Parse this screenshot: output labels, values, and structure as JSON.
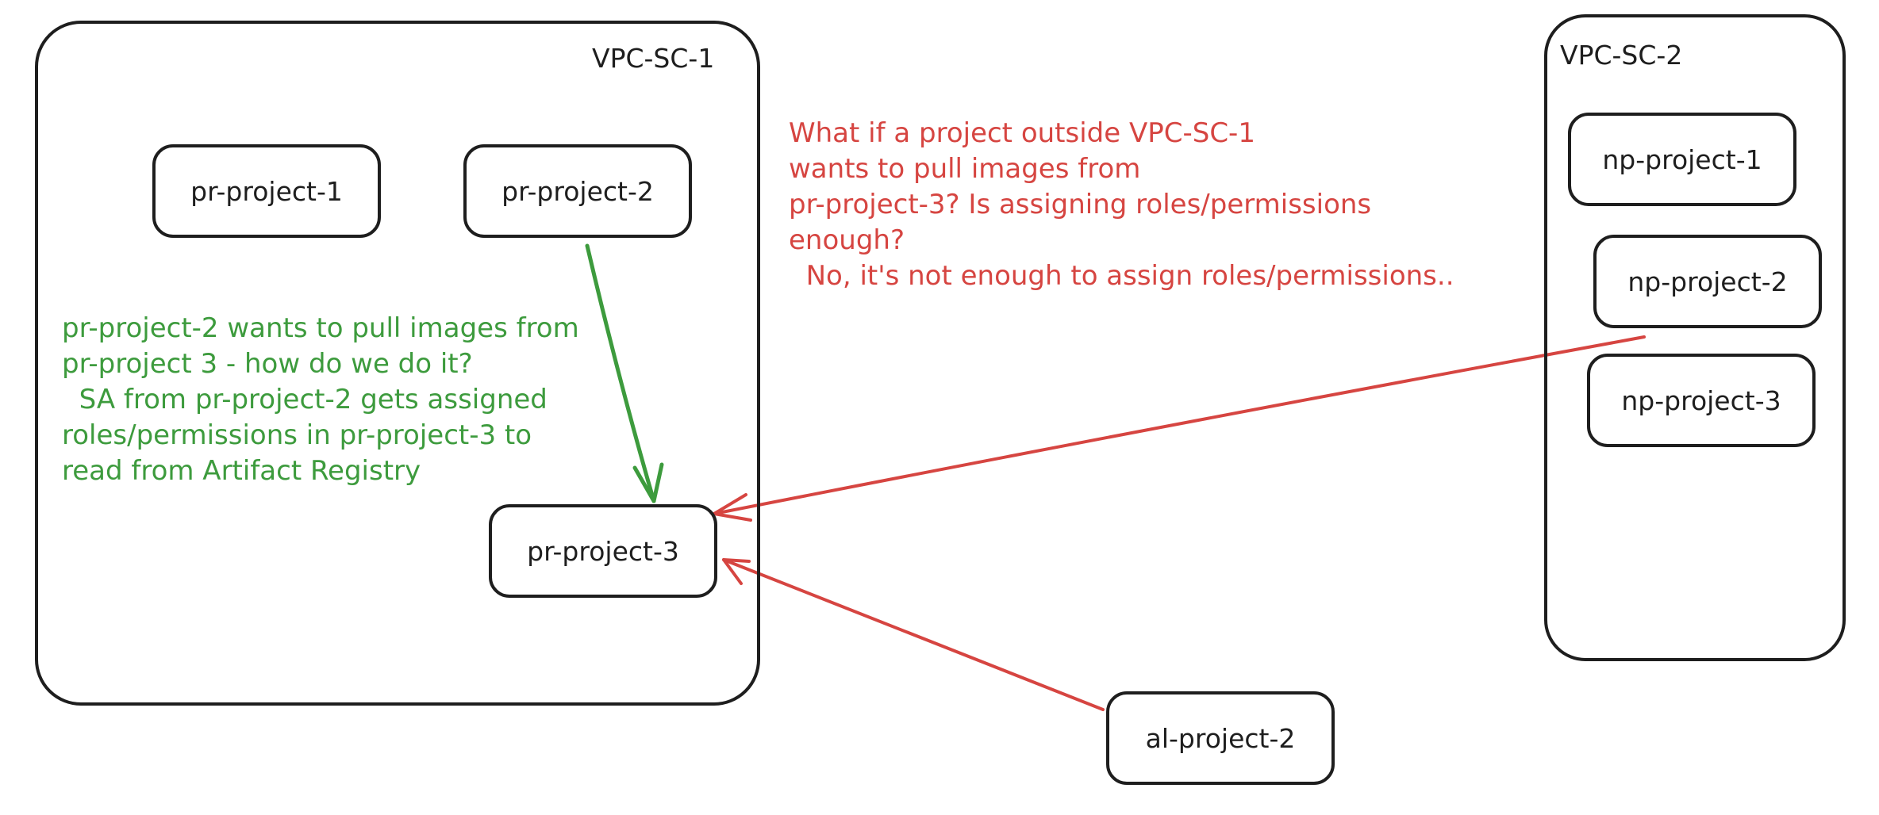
{
  "regions": {
    "vpc_sc_1": {
      "label": "VPC-SC-1"
    },
    "vpc_sc_2": {
      "label": "VPC-SC-2"
    }
  },
  "nodes": {
    "pr_project_1": {
      "label": "pr-project-1"
    },
    "pr_project_2": {
      "label": "pr-project-2"
    },
    "pr_project_3": {
      "label": "pr-project-3"
    },
    "np_project_1": {
      "label": "np-project-1"
    },
    "np_project_2": {
      "label": "np-project-2"
    },
    "np_project_3": {
      "label": "np-project-3"
    },
    "al_project_2": {
      "label": "al-project-2"
    }
  },
  "notes": {
    "green": {
      "color": "#3d9b3d",
      "lines": [
        "pr-project-2 wants to pull images from",
        "pr-project 3 - how do we do it?",
        "  SA from pr-project-2 gets assigned",
        "roles/permissions in pr-project-3 to",
        "read from Artifact Registry"
      ]
    },
    "red": {
      "color": "#d64541",
      "lines": [
        "What if a project outside VPC-SC-1",
        "wants to pull images from",
        "pr-project-3? Is assigning roles/permissions",
        "enough?",
        "  No, it's not enough to assign roles/permissions.."
      ]
    }
  },
  "colors": {
    "ink": "#1e1e1e",
    "green_arrow": "#3d9b3d",
    "red_arrow": "#d64541"
  }
}
